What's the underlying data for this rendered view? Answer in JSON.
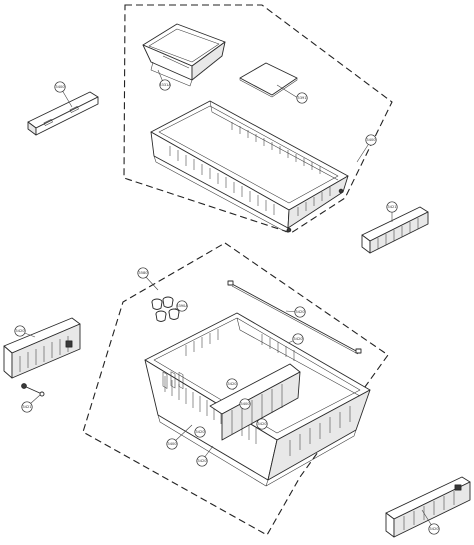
{
  "callouts": [
    {
      "id": "c1",
      "label": "3331A"
    },
    {
      "id": "c2",
      "label": "3391"
    },
    {
      "id": "c3",
      "label": "3400"
    },
    {
      "id": "c4",
      "label": "3400"
    },
    {
      "id": "c5",
      "label": "3421"
    },
    {
      "id": "c6",
      "label": "3580"
    },
    {
      "id": "c7",
      "label": "3390A"
    },
    {
      "id": "c8",
      "label": "3420"
    },
    {
      "id": "c9",
      "label": "3420"
    },
    {
      "id": "c10",
      "label": "3420"
    },
    {
      "id": "c11",
      "label": "3421"
    },
    {
      "id": "c12",
      "label": "3420"
    },
    {
      "id": "c13",
      "label": "3400"
    },
    {
      "id": "c14",
      "label": "3420"
    },
    {
      "id": "c15",
      "label": "3420"
    },
    {
      "id": "c16",
      "label": "3400"
    },
    {
      "id": "c17",
      "label": "3420"
    },
    {
      "id": "c18",
      "label": "3420"
    }
  ]
}
